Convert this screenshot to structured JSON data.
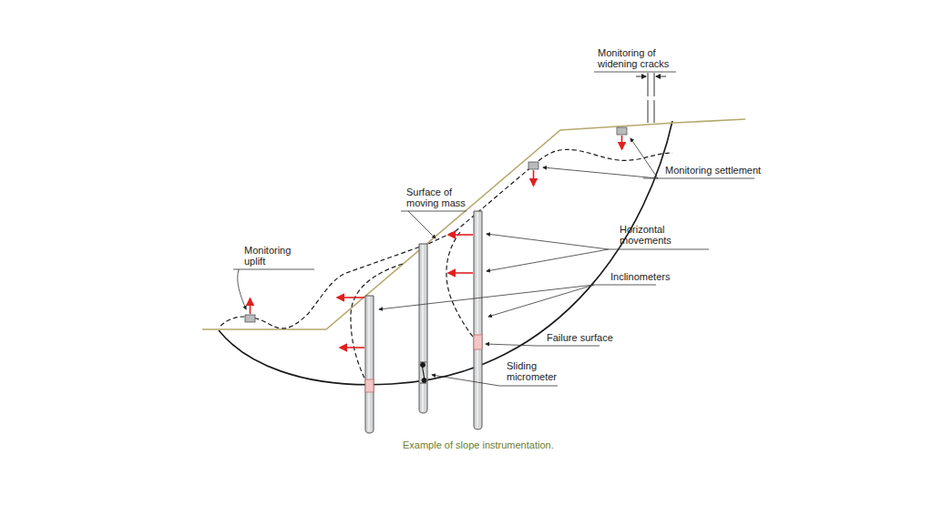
{
  "diagram": {
    "caption": "Example of slope instrumentation.",
    "labels": [
      "Monitoring of widening cracks",
      "Monitoring settlement",
      "Surface of moving mass",
      "Horizontal movements",
      "Inclinometers",
      "Failure surface",
      "Sliding micrometer",
      "Monitoring uplift"
    ]
  }
}
